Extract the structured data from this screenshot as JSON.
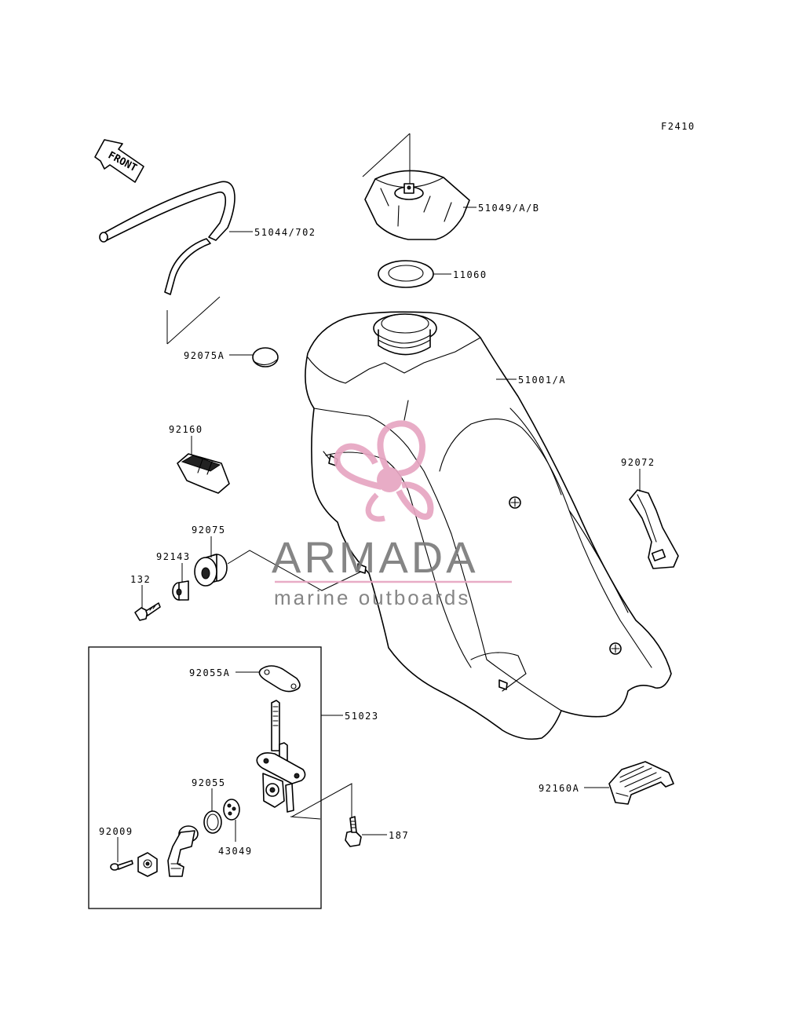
{
  "diagram": {
    "figure_code": "F2410",
    "front_label": "FRONT",
    "parts": [
      {
        "id": "51044/702"
      },
      {
        "id": "51049/A/B"
      },
      {
        "id": "11060"
      },
      {
        "id": "92075A"
      },
      {
        "id": "51001/A"
      },
      {
        "id": "92160"
      },
      {
        "id": "92072"
      },
      {
        "id": "92075"
      },
      {
        "id": "92143"
      },
      {
        "id": "132"
      },
      {
        "id": "92055A"
      },
      {
        "id": "51023"
      },
      {
        "id": "92055"
      },
      {
        "id": "43049"
      },
      {
        "id": "187"
      },
      {
        "id": "92009"
      },
      {
        "id": "92160A"
      }
    ]
  },
  "watermark": {
    "brand": "ARMADA",
    "tagline": "marine outboards",
    "colors": {
      "logo": "#e7a6c2",
      "text": "#7b7b7b"
    }
  }
}
